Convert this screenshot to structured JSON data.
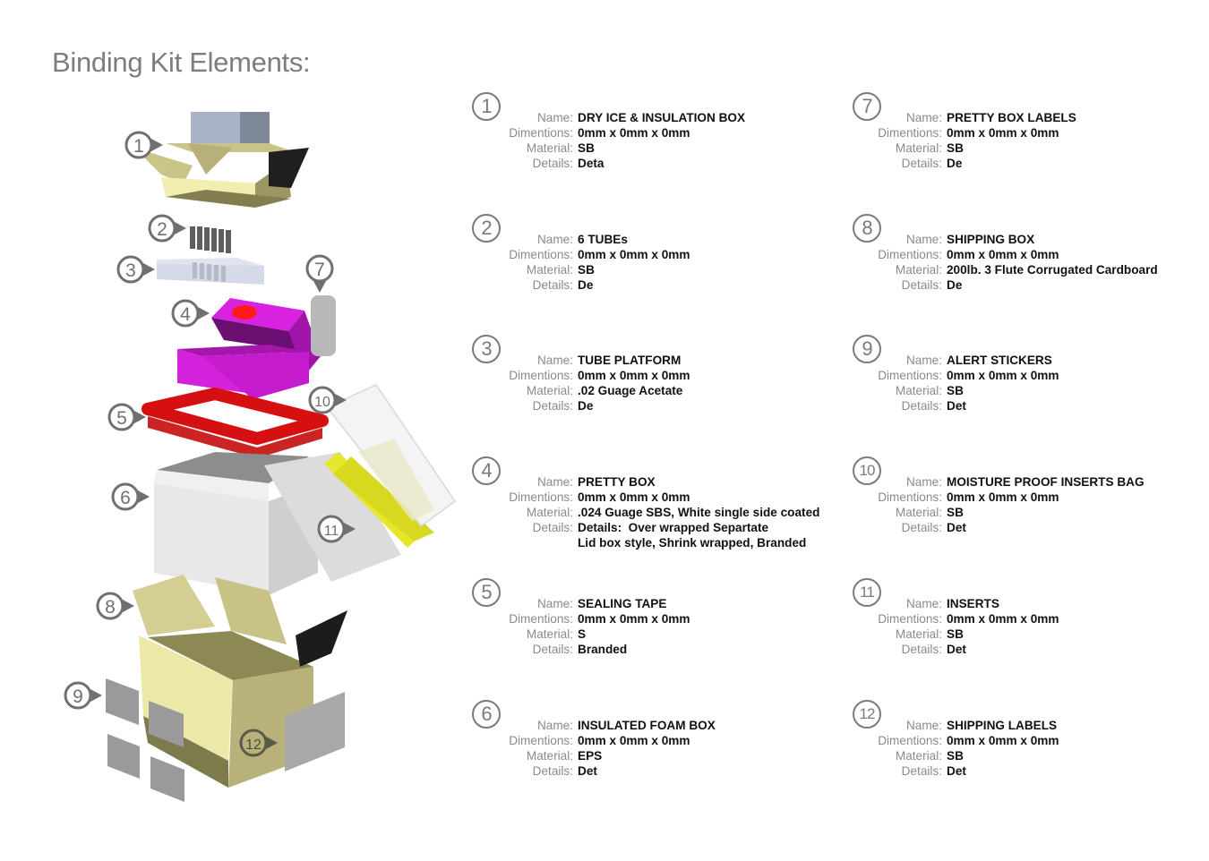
{
  "title": "Binding Kit Elements:",
  "field_labels": {
    "name": "Name:",
    "dimensions": "Dimentions:",
    "material": "Material:",
    "details": "Details:"
  },
  "items": [
    {
      "number": "1",
      "name": "DRY ICE & INSULATION BOX",
      "dimensions": "0mm x 0mm x 0mm",
      "material": "SB",
      "details": "Deta"
    },
    {
      "number": "2",
      "name": "6 TUBEs",
      "dimensions": "0mm x 0mm x 0mm",
      "material": "SB",
      "details": "De"
    },
    {
      "number": "3",
      "name": "TUBE PLATFORM",
      "dimensions": "0mm x 0mm x 0mm",
      "material": ".02 Guage Acetate",
      "details": "De"
    },
    {
      "number": "4",
      "name": "PRETTY BOX",
      "dimensions": "0mm x 0mm x 0mm",
      "material": ".024 Guage SBS, White single side coated",
      "details": "Details:  Over wrapped Separtate",
      "details_line2": "Lid box style, Shrink wrapped, Branded"
    },
    {
      "number": "5",
      "name": "SEALING TAPE",
      "dimensions": "0mm x 0mm x 0mm",
      "material": "S",
      "details": "Branded"
    },
    {
      "number": "6",
      "name": "INSULATED FOAM BOX",
      "dimensions": "0mm x 0mm x 0mm",
      "material": "EPS",
      "details": "Det"
    },
    {
      "number": "7",
      "name": "PRETTY BOX LABELS",
      "dimensions": "0mm x 0mm x 0mm",
      "material": "SB",
      "details": "De"
    },
    {
      "number": "8",
      "name": "SHIPPING BOX",
      "dimensions": "0mm x 0mm x 0mm",
      "material": "200lb. 3 Flute Corrugated Cardboard",
      "details": "De"
    },
    {
      "number": "9",
      "name": "ALERT STICKERS",
      "dimensions": "0mm x 0mm x 0mm",
      "material": "SB",
      "details": "Det"
    },
    {
      "number": "10",
      "name": "MOISTURE PROOF INSERTS BAG",
      "dimensions": "0mm x 0mm x 0mm",
      "material": "SB",
      "details": "Det"
    },
    {
      "number": "11",
      "name": "INSERTS",
      "dimensions": "0mm x 0mm x 0mm",
      "material": "SB",
      "details": "Det"
    },
    {
      "number": "12",
      "name": "SHIPPING LABELS",
      "dimensions": "0mm x 0mm x 0mm",
      "material": "SB",
      "details": "Det"
    }
  ],
  "colors": {
    "cardboard": "#d8d29a",
    "pretty_box": "#d21ad6",
    "tape": "#e01010",
    "foam": "#e9e9e9",
    "inserts": "#e2e22a",
    "callout": "#707070"
  }
}
